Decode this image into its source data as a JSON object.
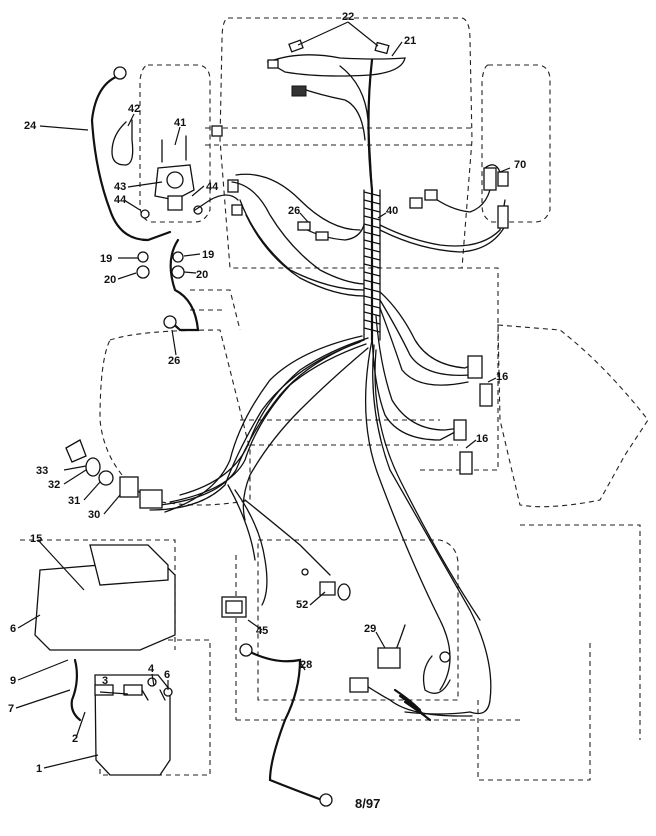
{
  "diagram": {
    "page_code": "8/97",
    "callouts": {
      "c1": "1",
      "c2": "2",
      "c3": "3",
      "c4": "4",
      "c6a": "6",
      "c6b": "6",
      "c7": "7",
      "c9": "9",
      "c15": "15",
      "c16a": "16",
      "c16b": "16",
      "c19a": "19",
      "c19b": "19",
      "c20a": "20",
      "c20b": "20",
      "c21": "21",
      "c22": "22",
      "c24": "24",
      "c26a": "26",
      "c26b": "26",
      "c28": "28",
      "c29": "29",
      "c30": "30",
      "c31": "31",
      "c32": "32",
      "c33": "33",
      "c40": "40",
      "c41": "41",
      "c42": "42",
      "c43": "43",
      "c44a": "44",
      "c44b": "44",
      "c45": "45",
      "c52": "52",
      "c70": "70"
    }
  }
}
